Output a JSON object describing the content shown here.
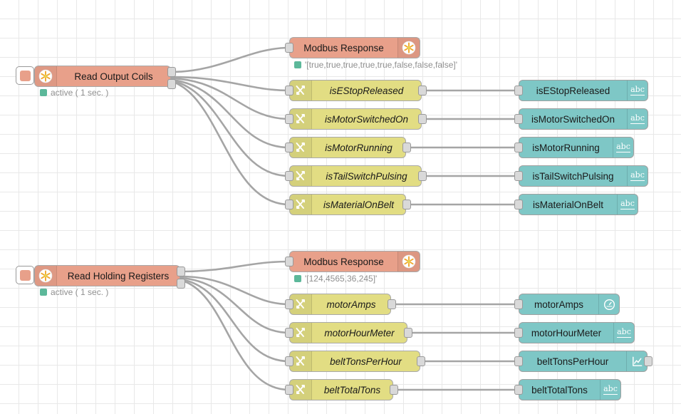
{
  "editor": {
    "app": "node-red-flow-editor",
    "background": "#ffffff",
    "grid_color": "#e8e8e8",
    "grid_size": 27,
    "wire_color": "#a5a5a5"
  },
  "colors": {
    "modbus_orange": "#e8a08a",
    "function_yellow": "#e2dd83",
    "debug_teal": "#7ec7c6",
    "status_green": "#5cb89a",
    "status_text": "#8f8f8f",
    "node_border": "#a0a0a0",
    "port_fill": "#d9d9d9"
  },
  "groups": [
    {
      "name": "output-coils-group",
      "source": {
        "label": "Read Output Coils",
        "icon": "modbus-asterisk-icon",
        "status": {
          "text": "active ( 1 sec. )",
          "dot_color": "#5cb89a"
        }
      },
      "response": {
        "label": "Modbus Response",
        "icon": "modbus-asterisk-icon",
        "status": {
          "text": "'[true,true,true,true,true,false,false,false]'",
          "dot_color": "#5cb89a"
        }
      },
      "functions": [
        {
          "label": "isEStopReleased",
          "icon": "function-icon"
        },
        {
          "label": "isMotorSwitchedOn",
          "icon": "function-icon"
        },
        {
          "label": "isMotorRunning",
          "icon": "function-icon"
        },
        {
          "label": "isTailSwitchPulsing",
          "icon": "function-icon"
        },
        {
          "label": "isMaterialOnBelt",
          "icon": "function-icon"
        }
      ],
      "outputs": [
        {
          "label": "isEStopReleased",
          "icon": "abc-icon"
        },
        {
          "label": "isMotorSwitchedOn",
          "icon": "abc-icon"
        },
        {
          "label": "isMotorRunning",
          "icon": "abc-icon"
        },
        {
          "label": "isTailSwitchPulsing",
          "icon": "abc-icon"
        },
        {
          "label": "isMaterialOnBelt",
          "icon": "abc-icon"
        }
      ]
    },
    {
      "name": "holding-registers-group",
      "source": {
        "label": "Read Holding Registers",
        "icon": "modbus-asterisk-icon",
        "status": {
          "text": "active ( 1 sec. )",
          "dot_color": "#5cb89a"
        }
      },
      "response": {
        "label": "Modbus Response",
        "icon": "modbus-asterisk-icon",
        "status": {
          "text": "'[124,4565,36,245]'",
          "dot_color": "#5cb89a"
        }
      },
      "functions": [
        {
          "label": "motorAmps",
          "icon": "function-icon"
        },
        {
          "label": "motorHourMeter",
          "icon": "function-icon"
        },
        {
          "label": "beltTonsPerHour",
          "icon": "function-icon"
        },
        {
          "label": "beltTotalTons",
          "icon": "function-icon"
        }
      ],
      "outputs": [
        {
          "label": "motorAmps",
          "icon": "gauge-icon"
        },
        {
          "label": "motorHourMeter",
          "icon": "abc-icon"
        },
        {
          "label": "beltTonsPerHour",
          "icon": "chart-line-icon"
        },
        {
          "label": "beltTotalTons",
          "icon": "abc-icon"
        }
      ]
    }
  ]
}
